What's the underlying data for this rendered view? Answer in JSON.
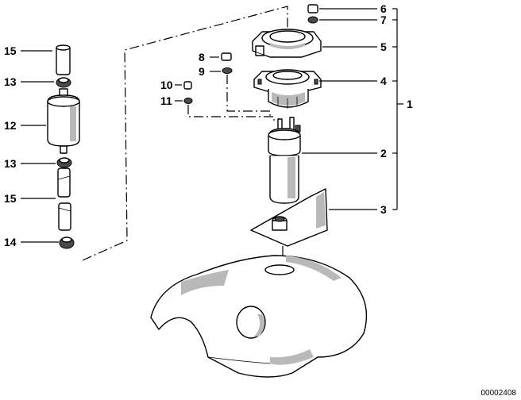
{
  "diagram": {
    "callouts": {
      "c15a": "15",
      "c13a": "13",
      "c12": "12",
      "c13b": "13",
      "c15b": "15",
      "c14": "14",
      "c8": "8",
      "c9": "9",
      "c10": "10",
      "c11": "11",
      "c6": "6",
      "c7": "7",
      "c5": "5",
      "c4": "4",
      "c2": "2",
      "c3": "3",
      "c1": "1"
    },
    "document_number": "00002408"
  }
}
